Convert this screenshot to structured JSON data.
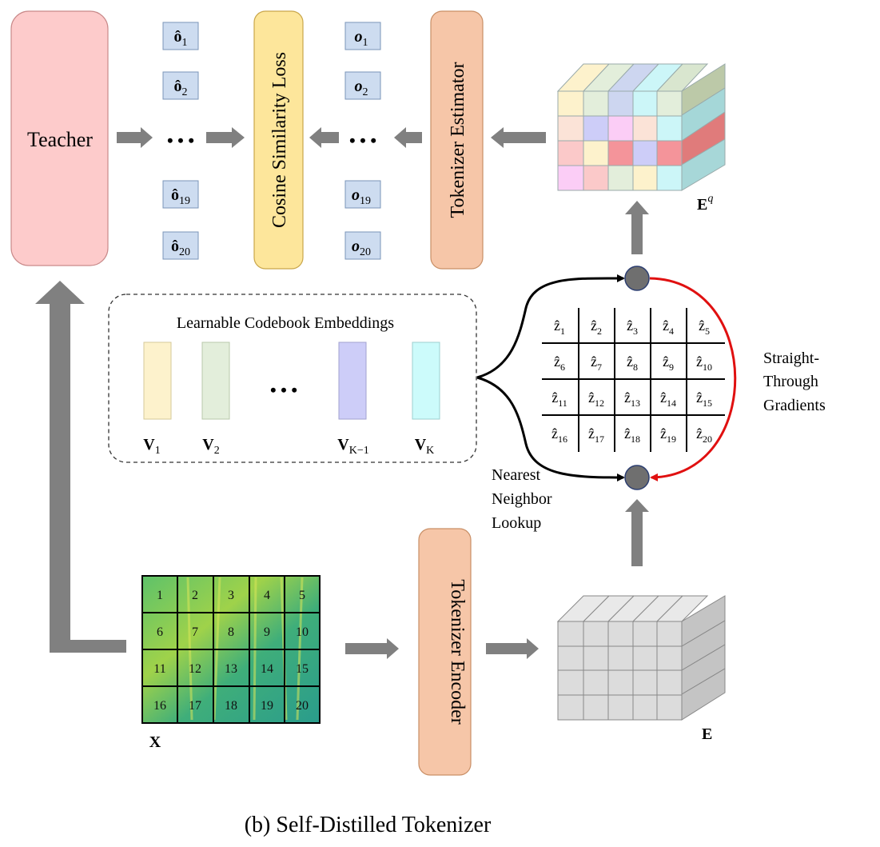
{
  "teacher": {
    "label": "Teacher"
  },
  "loss": {
    "label": "Cosine Similarity Loss"
  },
  "estimator": {
    "label": "Tokenizer Estimator"
  },
  "encoder": {
    "label": "Tokenizer Encoder"
  },
  "ellipsis": "• • •",
  "ellipsis_codebook": "• • •",
  "targets_hat": [
    {
      "base": "ô",
      "sub": "1"
    },
    {
      "base": "ô",
      "sub": "2"
    },
    {
      "base": "ô",
      "sub": "19"
    },
    {
      "base": "ô",
      "sub": "20"
    }
  ],
  "targets_o": [
    {
      "base": "o",
      "sub": "1"
    },
    {
      "base": "o",
      "sub": "2"
    },
    {
      "base": "o",
      "sub": "19"
    },
    {
      "base": "o",
      "sub": "20"
    }
  ],
  "eq_label": {
    "base": "E",
    "sup": "q"
  },
  "e_label": "E",
  "x_label": "X",
  "codebook": {
    "title": "Learnable Codebook Embeddings",
    "vectors": [
      {
        "base": "V",
        "sub": "1",
        "color": "#fdf2cc"
      },
      {
        "base": "V",
        "sub": "2",
        "color": "#e3eedb"
      },
      {
        "base": "V",
        "sub": "K−1",
        "color": "#cdcdf8"
      },
      {
        "base": "V",
        "sub": "K",
        "color": "#ccfbfb"
      }
    ]
  },
  "zgrid": [
    "1",
    "2",
    "3",
    "4",
    "5",
    "6",
    "7",
    "8",
    "9",
    "10",
    "11",
    "12",
    "13",
    "14",
    "15",
    "16",
    "17",
    "18",
    "19",
    "20"
  ],
  "zbase": "ẑ",
  "patches": [
    "1",
    "2",
    "3",
    "4",
    "5",
    "6",
    "7",
    "8",
    "9",
    "10",
    "11",
    "12",
    "13",
    "14",
    "15",
    "16",
    "17",
    "18",
    "19",
    "20"
  ],
  "straight_through": [
    "Straight-",
    "Through",
    "Gradients"
  ],
  "nearest": [
    "Nearest",
    "Neighbor",
    "Lookup"
  ],
  "caption": "(b) Self-Distilled Tokenizer",
  "colors": {
    "teacher": "#fdcbcb",
    "loss": "#fde69b",
    "orange": "#f6c6a8",
    "target_box": "#cddcf0",
    "arrow": "#808080",
    "red": "#e01010"
  }
}
